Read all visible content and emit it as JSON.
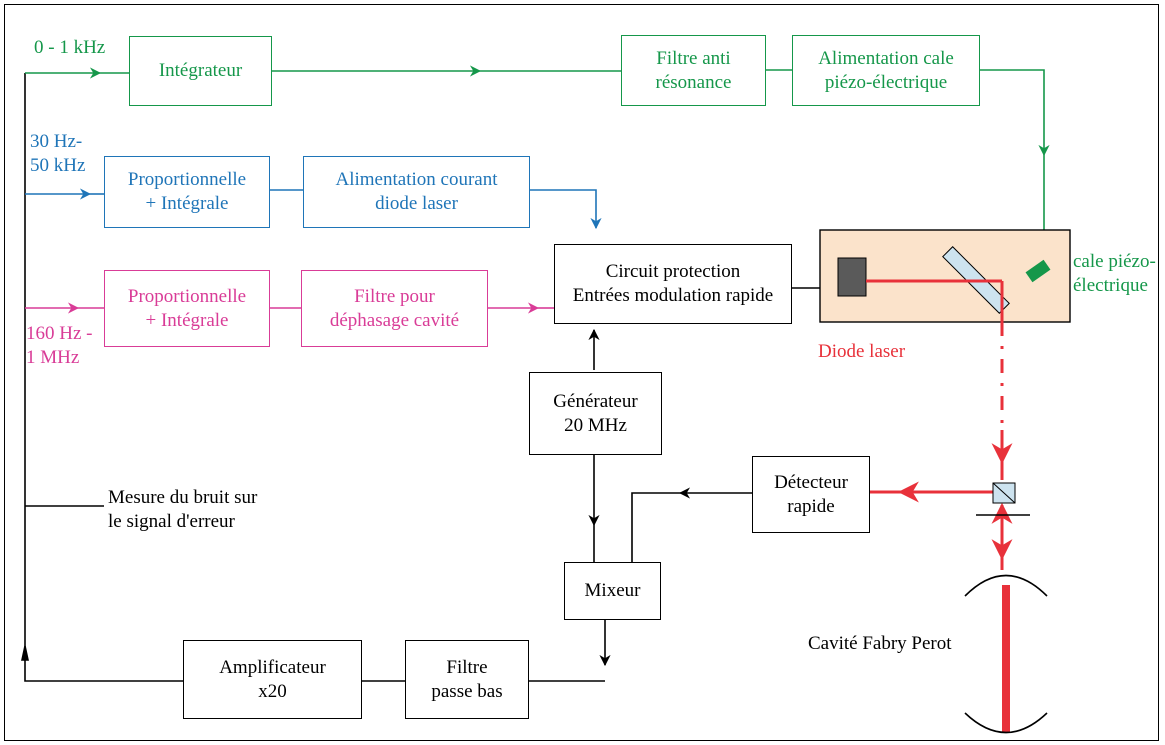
{
  "colors": {
    "green": "#15974a",
    "blue": "#1f75b8",
    "pink": "#d93c97",
    "red": "#e8313a",
    "black": "#000000",
    "diode_housing": "#fbe3cb"
  },
  "boxes": {
    "integrateur": "Intégrateur",
    "filtre_anti_resonance": "Filtre anti\nrésonance",
    "alimentation_cale": "Alimentation cale\npiézo-électrique",
    "proportionnelle_bleue": "Proportionnelle\n+ Intégrale",
    "alimentation_courant": "Alimentation courant\ndiode laser",
    "proportionnelle_rose": "Proportionnelle\n+ Intégrale",
    "filtre_dephasage": "Filtre pour\ndéphasage cavité",
    "circuit_protection": "Circuit protection\nEntrées modulation rapide",
    "generateur": "Générateur\n20 MHz",
    "detecteur": "Détecteur\nrapide",
    "mixeur": "Mixeur",
    "amplificateur": "Amplificateur\nx20",
    "filtre_passe_bas": "Filtre\npasse bas"
  },
  "labels": {
    "band_low": "0 - 1 kHz",
    "band_mid": "30 Hz-\n50 kHz",
    "band_high": "160 Hz -\n1 MHz",
    "cale_piezo": "cale piézo-\nélectrique",
    "diode_laser": "Diode laser",
    "mesure_bruit": "Mesure du bruit sur\nle signal d'erreur",
    "cavite": "Cavité Fabry Perot"
  }
}
